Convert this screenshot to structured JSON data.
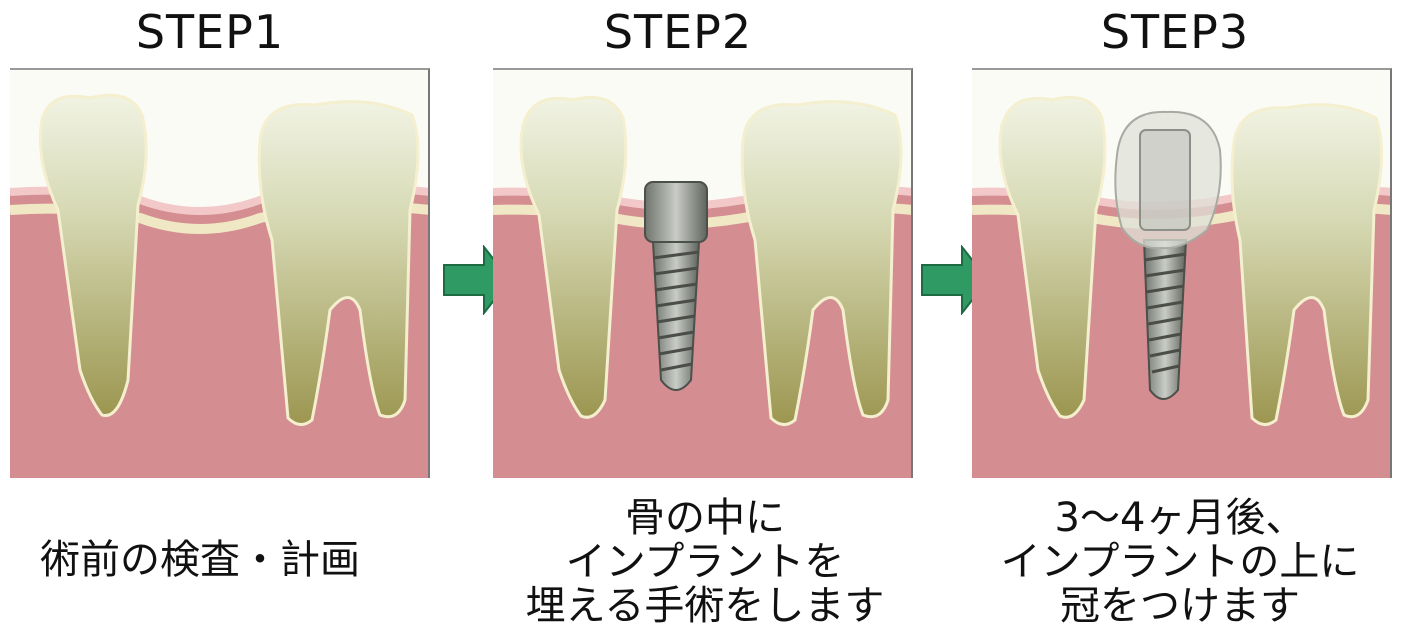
{
  "steps": [
    {
      "title": "STEP1",
      "caption_lines": [
        "術前の検査・計画"
      ]
    },
    {
      "title": "STEP2",
      "caption_lines": [
        "骨の中に",
        "インプラントを",
        "埋える手術をします"
      ]
    },
    {
      "title": "STEP3",
      "caption_lines": [
        "3～4ヶ月後、",
        "インプラントの上に",
        "冠をつけます"
      ]
    }
  ],
  "colors": {
    "gum": "#d48e91",
    "gum_edge": "#f2c8c8",
    "bone_line": "#f0e7c4",
    "tooth_crown": "#eef0dc",
    "tooth_root": "#b9b46b",
    "implant": "#8f948d",
    "arrow": "#2f9a63"
  },
  "icons": [
    "arrow-right-icon",
    "arrow-right-icon"
  ]
}
